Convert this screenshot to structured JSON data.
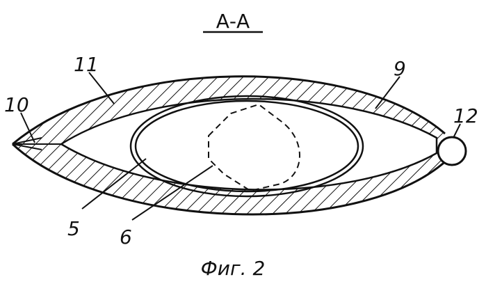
{
  "figure": {
    "section_title": "А-А",
    "caption": "Фиг. 2",
    "labels": {
      "l10": "10",
      "l11": "11",
      "l9": "9",
      "l12": "12",
      "l5": "5",
      "l6": "6"
    },
    "colors": {
      "ink": "#111111",
      "paper": "#ffffff"
    }
  }
}
